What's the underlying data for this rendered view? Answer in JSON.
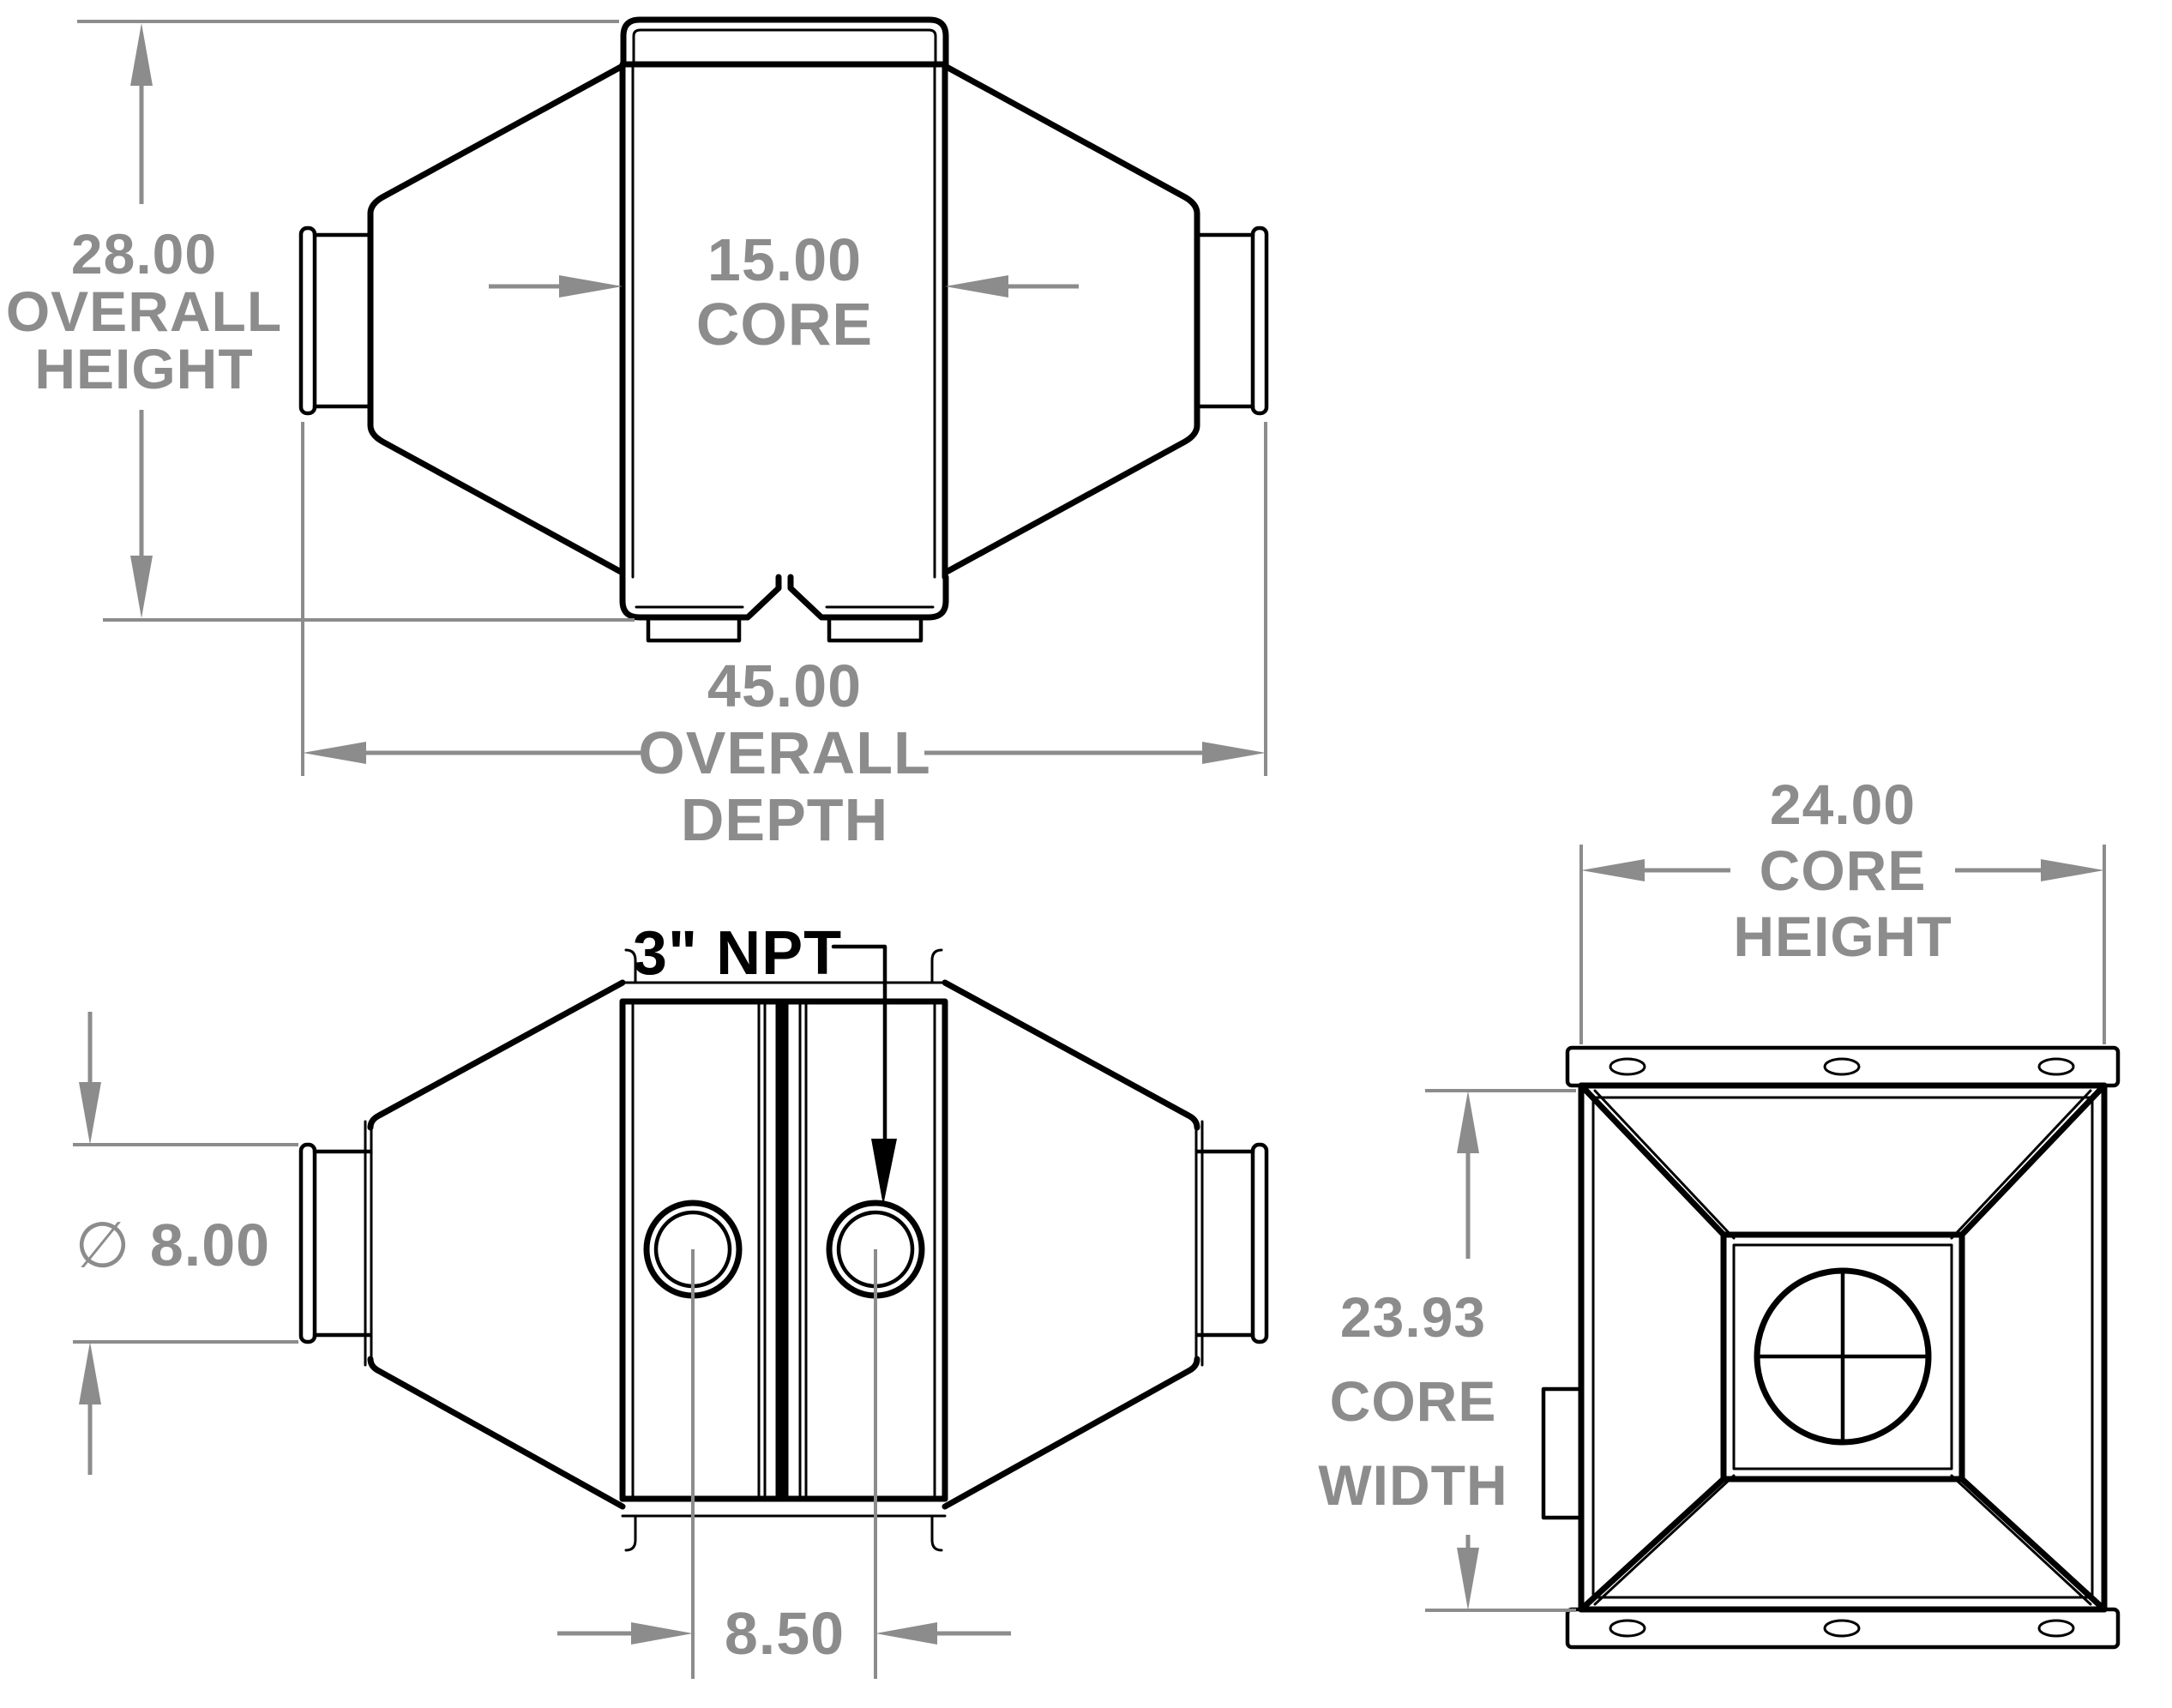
{
  "drawing": {
    "background_color": "#ffffff",
    "object_line_color": "#000000",
    "dimension_color": "#8c8c8c",
    "views": {
      "side_elevation": {
        "title": "side-elevation-view",
        "overall_height": {
          "value": "28.00",
          "word1": "OVERALL",
          "word2": "HEIGHT"
        },
        "core_depth": {
          "value": "15.00",
          "word1": "CORE"
        },
        "overall_depth": {
          "value": "45.00",
          "word1": "OVERALL",
          "word2": "DEPTH"
        }
      },
      "plan": {
        "title": "plan-view",
        "npt_port_label": "3\" NPT",
        "port_diameter_symbol": "∅",
        "port_diameter_value": "8.00",
        "port_spacing_value": "8.50"
      },
      "front": {
        "title": "front-view",
        "core_height": {
          "value": "24.00",
          "word1": "CORE",
          "word2": "HEIGHT"
        },
        "core_width": {
          "value": "23.93",
          "word1": "CORE",
          "word2": "WIDTH"
        }
      }
    }
  }
}
